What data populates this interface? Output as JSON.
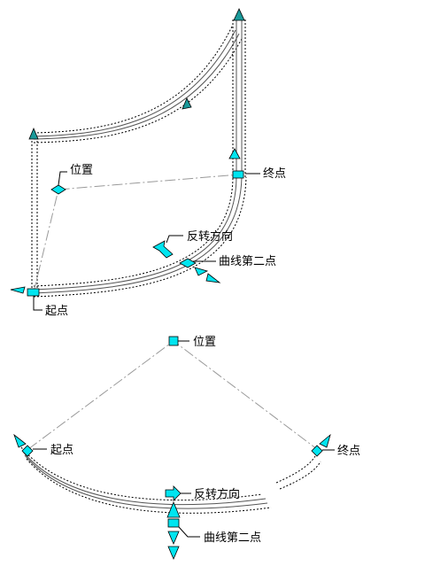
{
  "colors": {
    "grip_cyan": "#00e5f0",
    "grip_teal": "#1a9a9a",
    "line": "#000000",
    "centerline": "#9a9a9a"
  },
  "top_figure": {
    "position_label": "位置",
    "end_label": "终点",
    "reverse_label": "反转方向",
    "second_point_label": "曲线第二点",
    "start_label": "起点"
  },
  "bottom_figure": {
    "position_label": "位置",
    "start_label": "起点",
    "end_label": "终点",
    "reverse_label": "反转方向",
    "second_point_label": "曲线第二点"
  }
}
